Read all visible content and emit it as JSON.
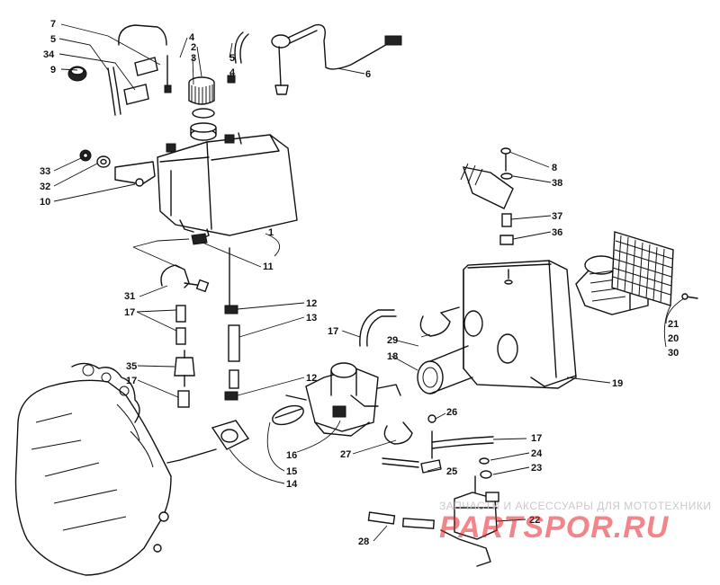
{
  "labels": [
    "1",
    "2",
    "3",
    "4",
    "5",
    "6",
    "7",
    "8",
    "9",
    "10",
    "11",
    "12",
    "13",
    "14",
    "15",
    "16",
    "17",
    "18",
    "19",
    "20",
    "21",
    "22",
    "23",
    "24",
    "25",
    "26",
    "27",
    "28",
    "29",
    "30",
    "31",
    "32",
    "33",
    "34",
    "35",
    "36",
    "37",
    "38"
  ],
  "watermark": {
    "top_text": "ЗАПЧАСТИ И АКСЕССУАРЫ ДЛЯ МОТОТЕХНИКИ",
    "logo_text": "PARTSPOR.RU",
    "logo_color": "#e8202a"
  }
}
